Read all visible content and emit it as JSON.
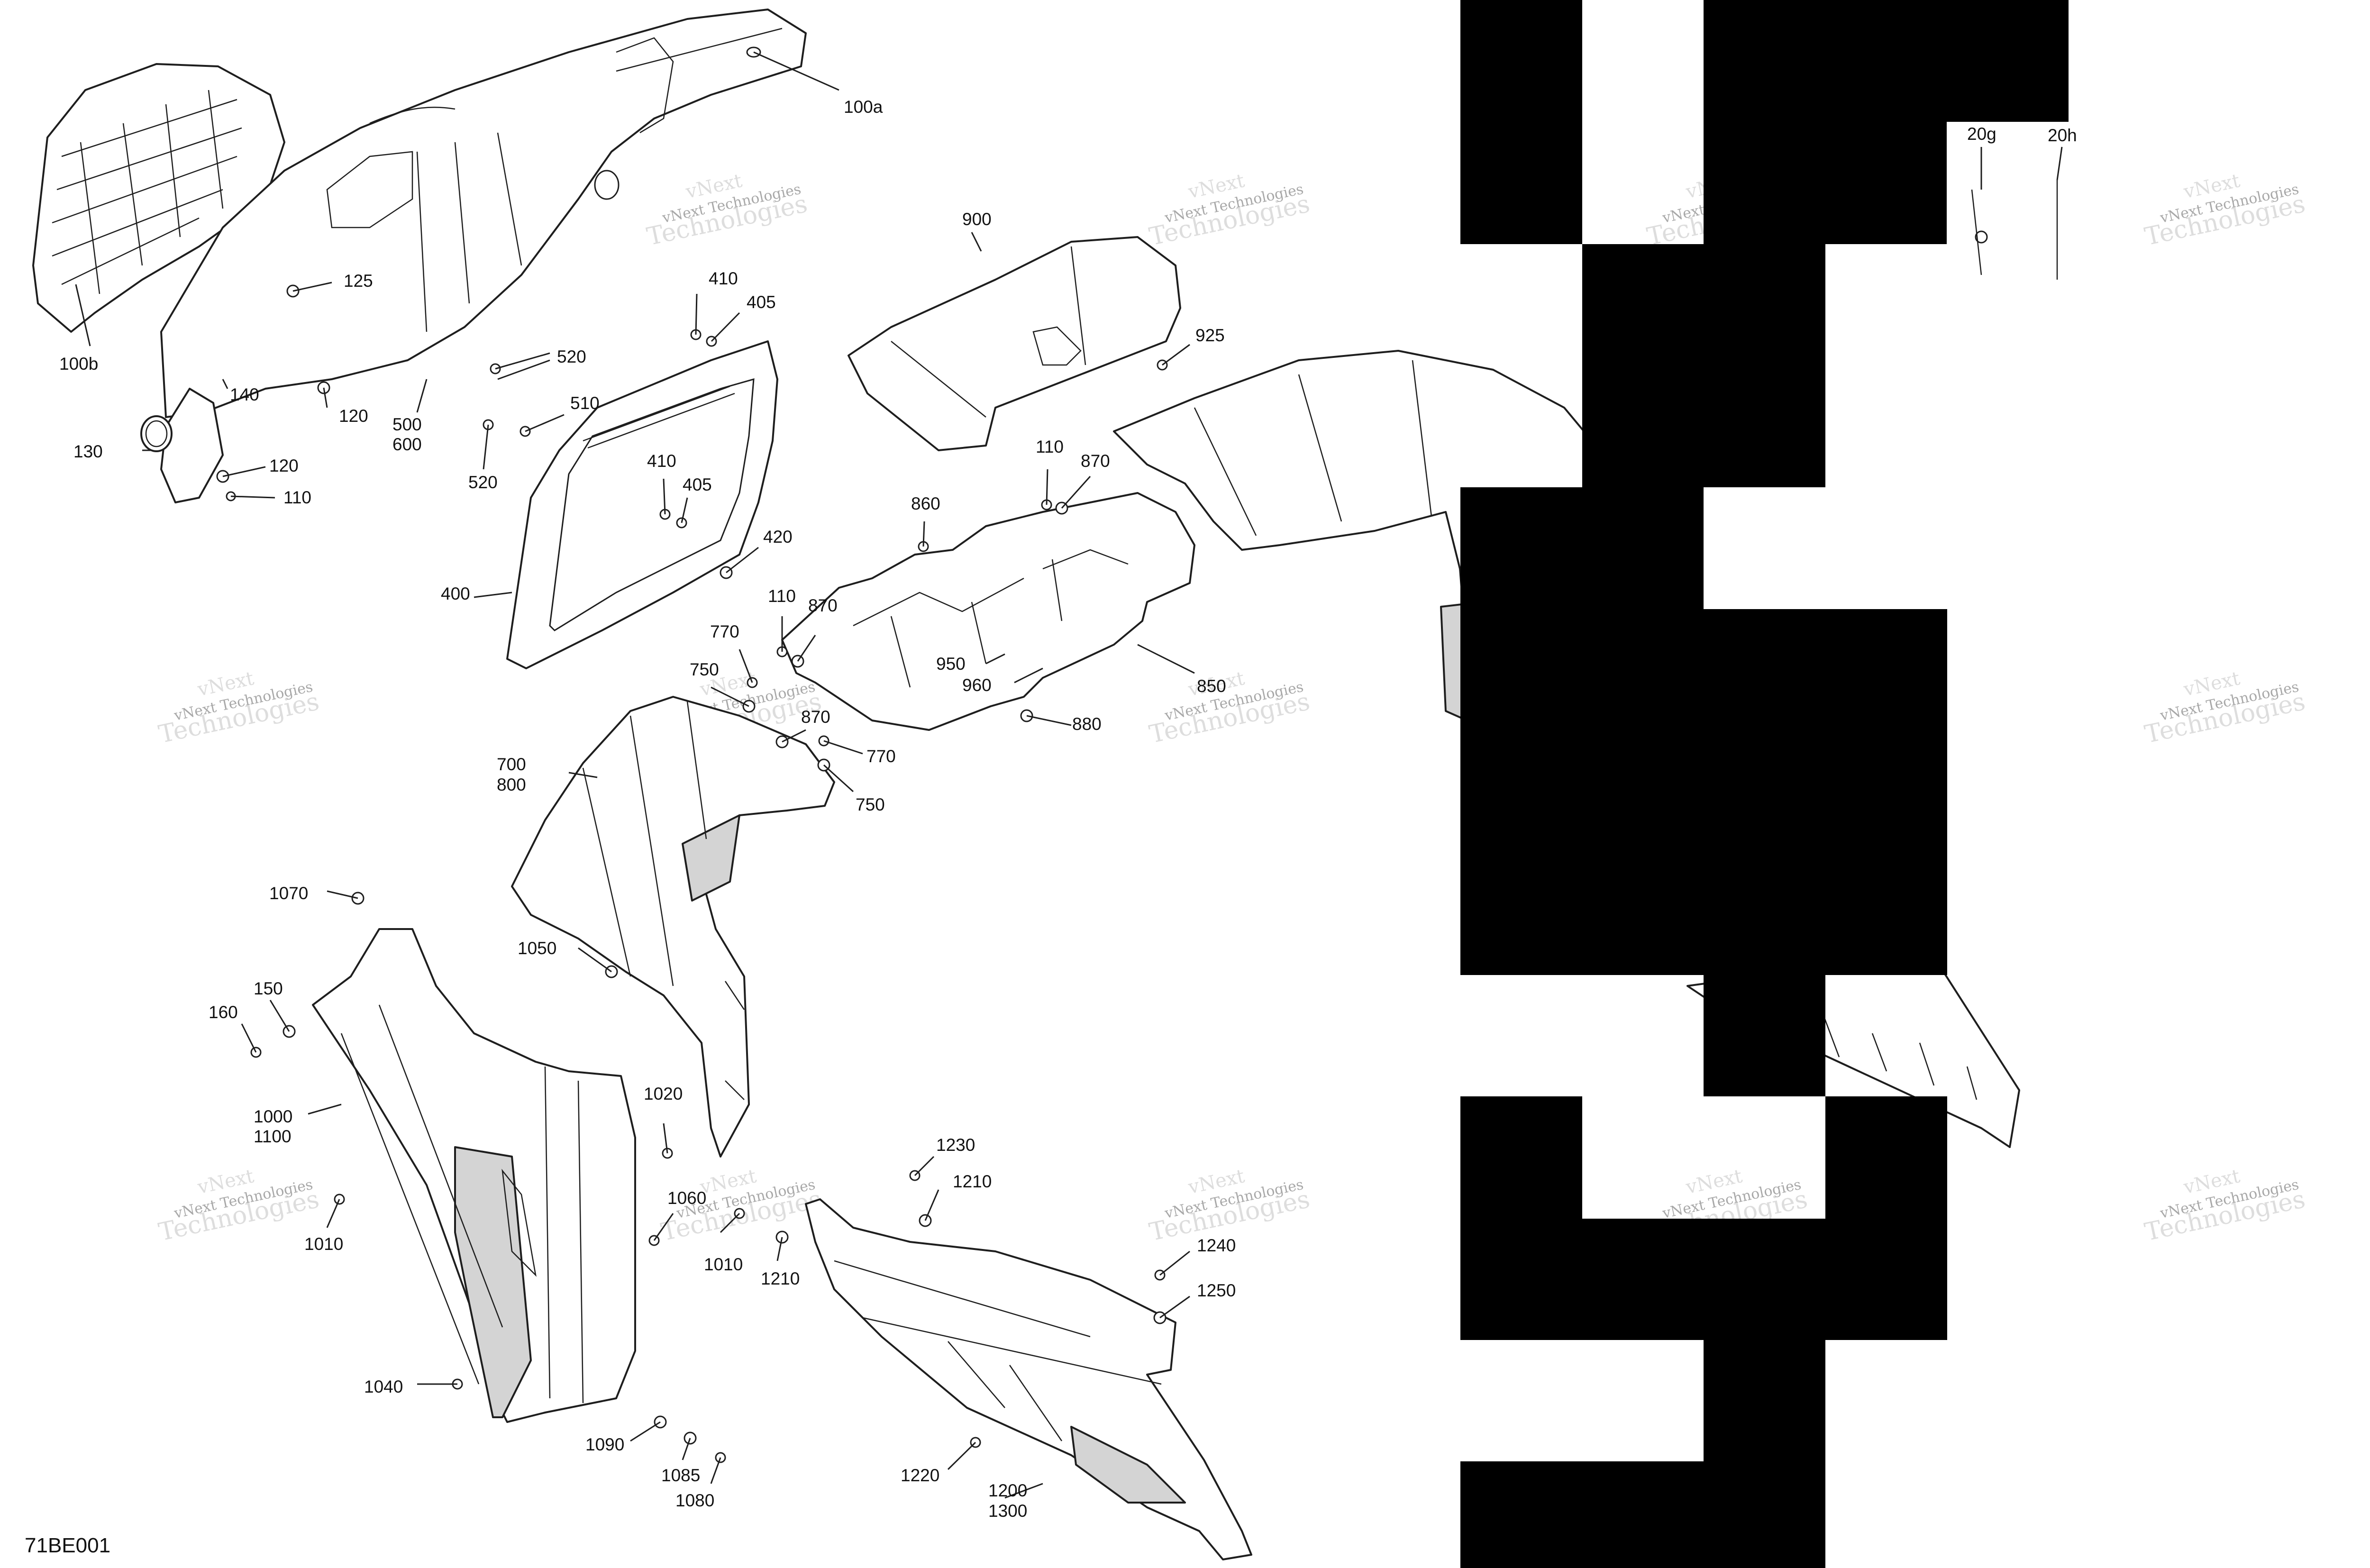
{
  "figure_id": "71BE001",
  "watermark": {
    "line1": "vNext Technologies",
    "line2": "Technologies",
    "logo": "vNext"
  },
  "callouts": {
    "c100a": "100a",
    "c100b": "100b",
    "c125": "125",
    "c130": "130",
    "c140": "140",
    "c120a": "120",
    "c120b": "120",
    "c110a": "110",
    "c500": "500",
    "c600": "600",
    "c520a": "520",
    "c520b": "520",
    "c510": "510",
    "c410a": "410",
    "c405a": "405",
    "c410b": "410",
    "c405b": "405",
    "c420": "420",
    "c400": "400",
    "c900": "900",
    "c925": "925",
    "c110b": "110",
    "c870a": "870",
    "c860": "860",
    "c110c": "110",
    "c870b": "870",
    "c770a": "770",
    "c750a": "750",
    "c950": "950",
    "c960": "960",
    "c850": "850",
    "c880": "880",
    "c870c": "870",
    "c770b": "770",
    "c750b": "750",
    "c700": "700",
    "c800": "800",
    "c1050": "1050",
    "c1070": "1070",
    "c150": "150",
    "c160": "160",
    "c1000": "1000",
    "c1100": "1100",
    "c1020": "1020",
    "c1010a": "1010",
    "c1060": "1060",
    "c1010b": "1010",
    "c1040": "1040",
    "c1090": "1090",
    "c1085": "1085",
    "c1080": "1080",
    "c1230": "1230",
    "c1210a": "1210",
    "c1210b": "1210",
    "c1240": "1240",
    "c1250": "1250",
    "c1220": "1220",
    "c1200": "1200",
    "c1300": "1300",
    "c20g": "20g",
    "c20h": "20h"
  }
}
